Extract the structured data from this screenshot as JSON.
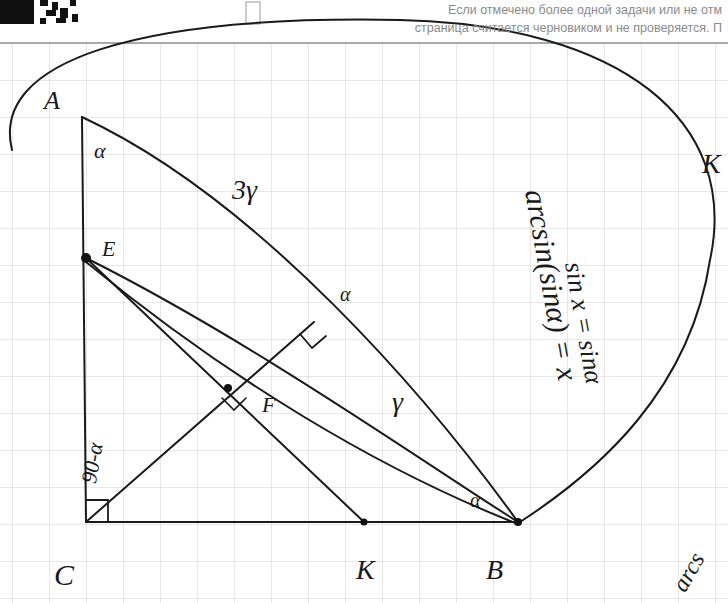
{
  "diagram": {
    "labels": [
      "Если отмечено более одной задачи или не отм",
      "страница считается черновиком и не проверяется. П",
      "A",
      "α",
      "3γ",
      "E",
      "α",
      "F",
      "γ",
      "90-α",
      "α",
      "arcsin(sinα) = x",
      "sin x = sinα",
      "K",
      "C",
      "K",
      "B",
      "arcs"
    ]
  }
}
